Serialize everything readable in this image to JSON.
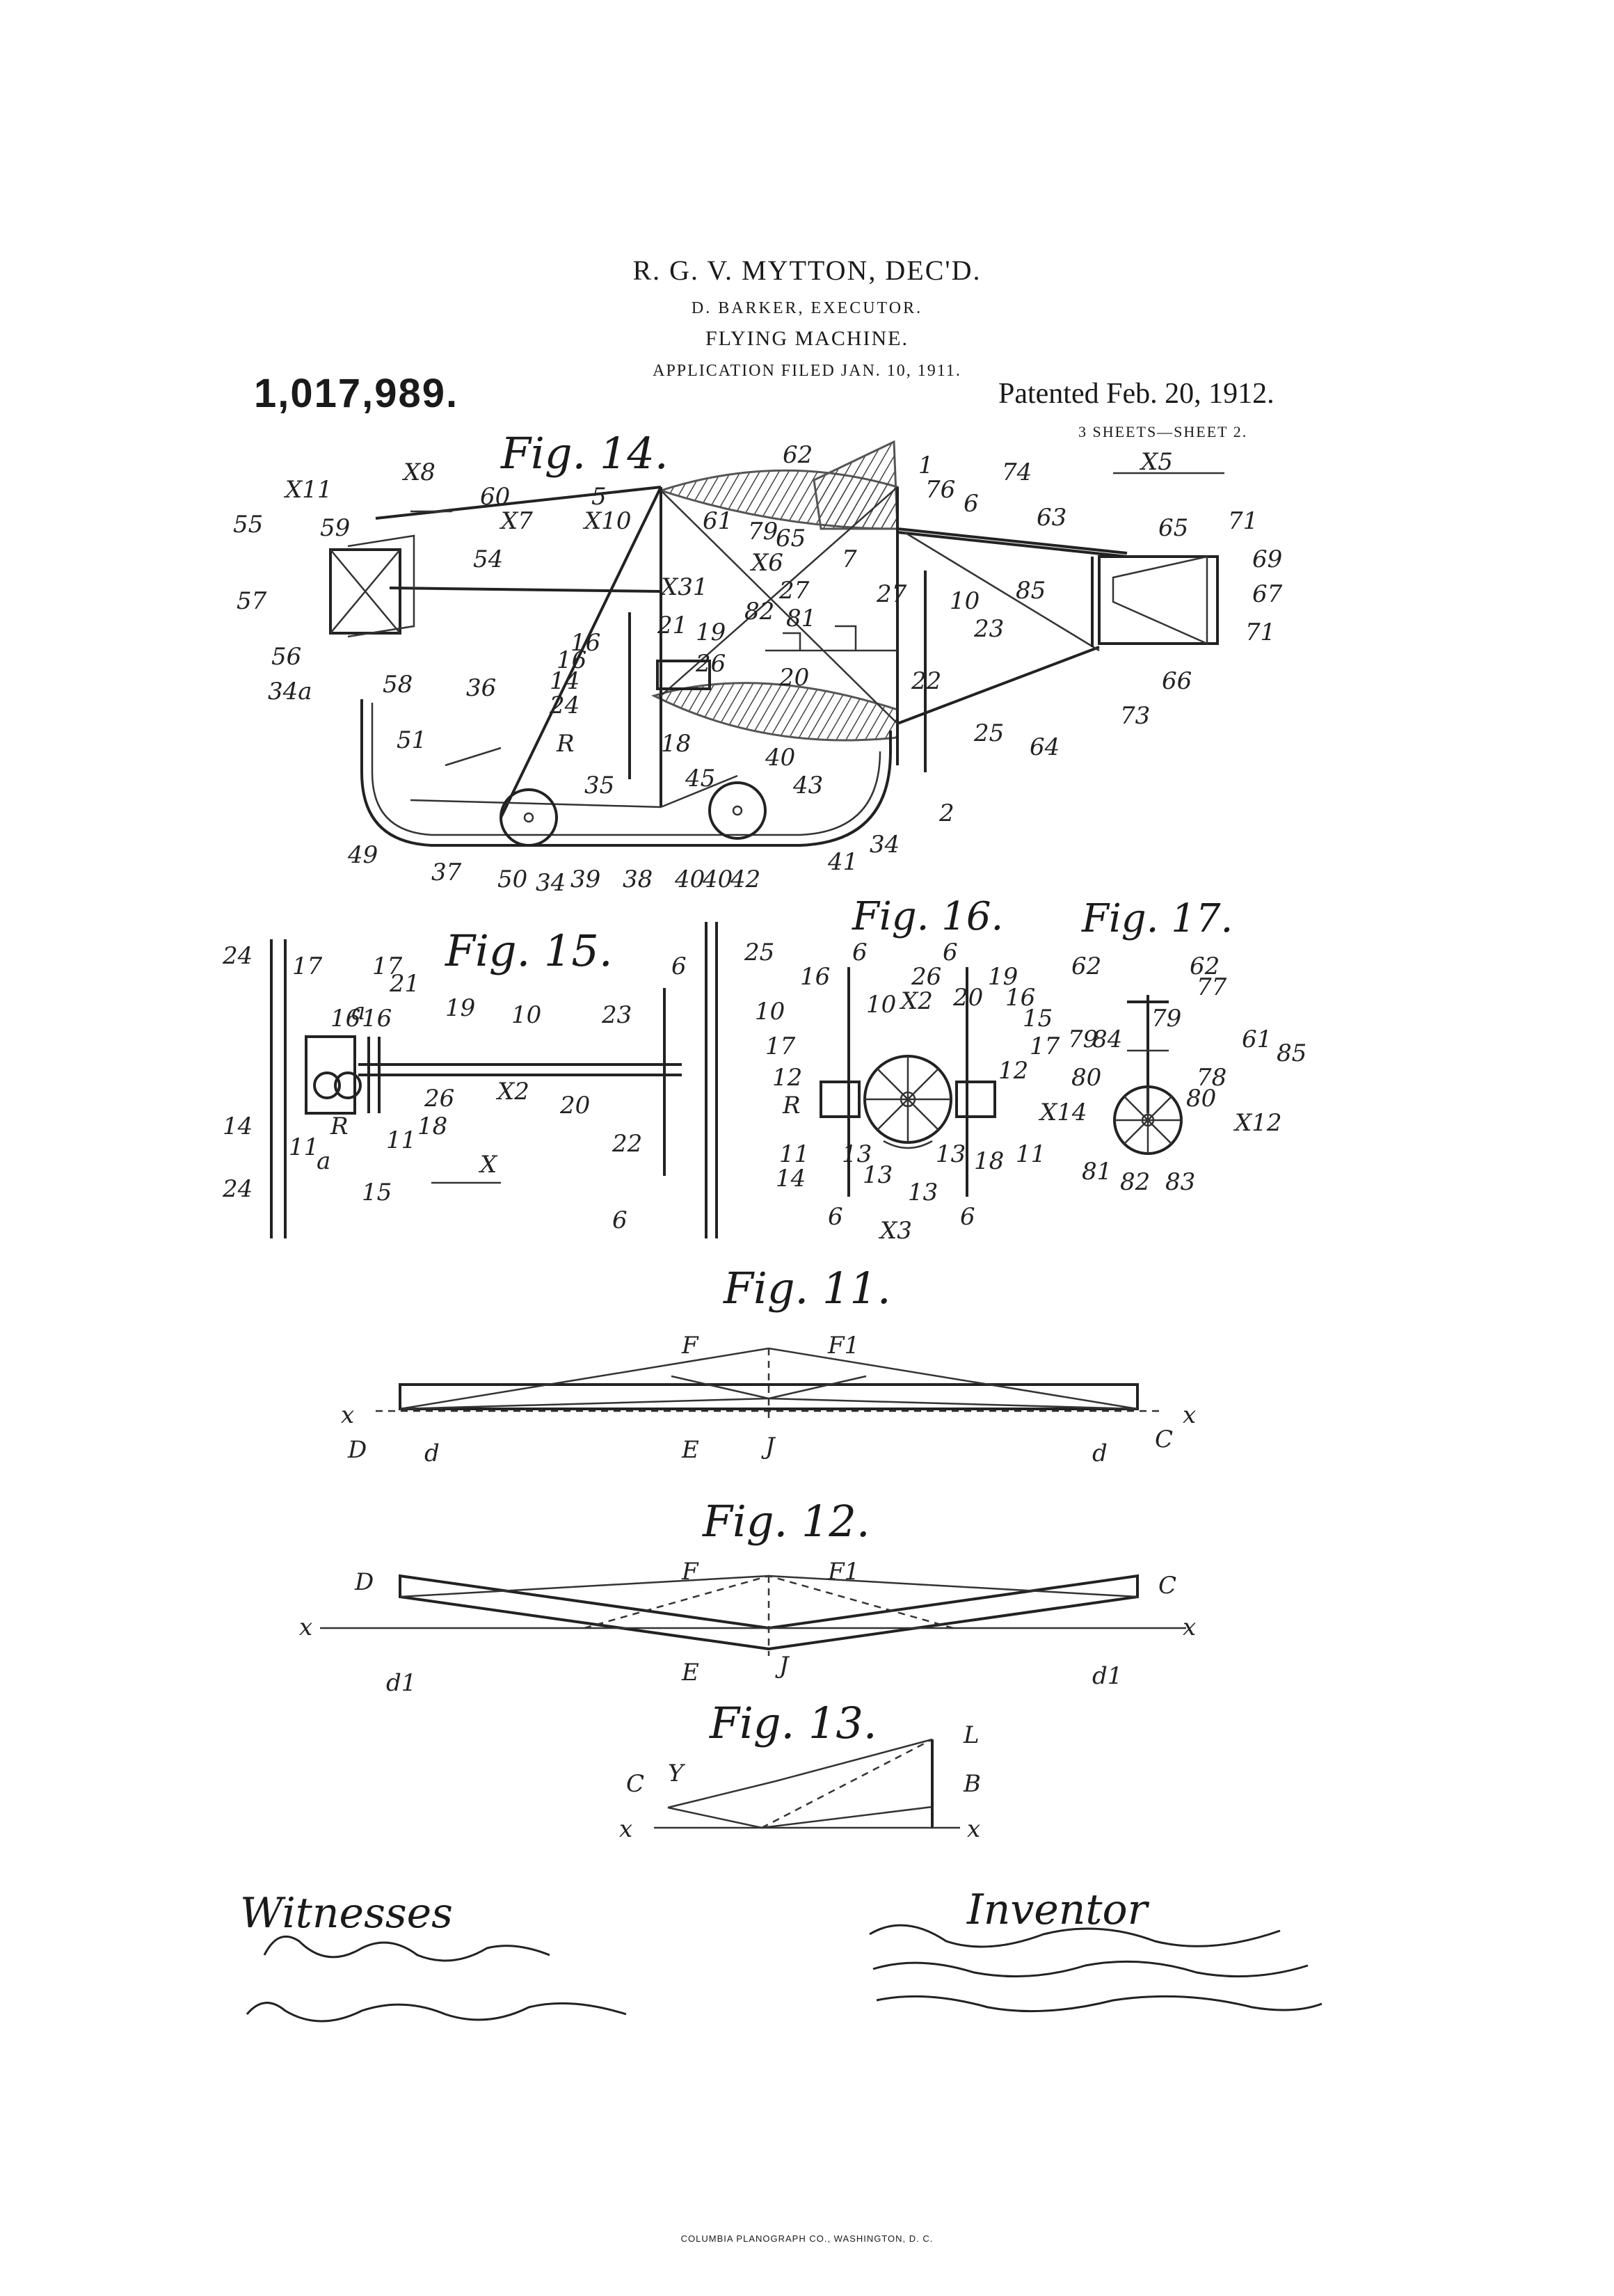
{
  "header": {
    "name": "R. G. V. MYTTON, DEC'D.",
    "executor": "D. BARKER, EXECUTOR.",
    "title": "FLYING MACHINE.",
    "filed": "APPLICATION FILED JAN. 10, 1911.",
    "number": "1,017,989.",
    "patented": "Patented Feb. 20, 1912.",
    "sheets": "3 SHEETS—SHEET 2."
  },
  "figures": {
    "fig14": "Fig. 14.",
    "fig15": "Fig. 15.",
    "fig16": "Fig. 16.",
    "fig17": "Fig. 17.",
    "fig11": "Fig. 11.",
    "fig12": "Fig. 12.",
    "fig13": "Fig. 13."
  },
  "fig14_labels": [
    "62",
    "1",
    "74",
    "76",
    "6",
    "63",
    "65",
    "71",
    "69",
    "67",
    "71",
    "66",
    "73",
    "64",
    "85",
    "X5",
    "X8",
    "X11",
    "59",
    "60",
    "X7",
    "X10",
    "5",
    "61",
    "79",
    "65",
    "X6",
    "55",
    "54",
    "57",
    "X31",
    "7",
    "27",
    "27",
    "10",
    "23",
    "82",
    "81",
    "21",
    "19",
    "16",
    "16",
    "26",
    "20",
    "22",
    "14",
    "24",
    "R",
    "18",
    "25",
    "56",
    "58",
    "34a",
    "36",
    "51",
    "45",
    "40",
    "43",
    "35",
    "2",
    "49",
    "37",
    "50",
    "34",
    "39",
    "38",
    "40",
    "40",
    "42",
    "41",
    "34"
  ],
  "fig15_labels": [
    "24",
    "17",
    "17",
    "21",
    "a",
    "16",
    "16",
    "19",
    "10",
    "23",
    "6",
    "25",
    "X2",
    "26",
    "20",
    "22",
    "14",
    "11",
    "R",
    "a",
    "11",
    "18",
    "24",
    "15",
    "X",
    "6"
  ],
  "fig16_labels": [
    "6",
    "6",
    "16",
    "26",
    "19",
    "X2",
    "20",
    "16",
    "10",
    "15",
    "10",
    "17",
    "17",
    "12",
    "12",
    "R",
    "11",
    "14",
    "13",
    "13",
    "13",
    "13",
    "18",
    "11",
    "6",
    "X3",
    "6"
  ],
  "fig17_labels": [
    "62",
    "62",
    "77",
    "79",
    "84",
    "79",
    "61",
    "85",
    "80",
    "78",
    "80",
    "X14",
    "X12",
    "81",
    "82",
    "83"
  ],
  "fig11_labels": [
    "F",
    "F1",
    "x",
    "x",
    "D",
    "d",
    "E",
    "J",
    "d",
    "C"
  ],
  "fig12_labels": [
    "D",
    "F",
    "F1",
    "C",
    "x",
    "x",
    "d1",
    "E",
    "J",
    "d1"
  ],
  "fig13_labels": [
    "L",
    "C",
    "Y",
    "B",
    "x",
    "x"
  ],
  "witnesses": {
    "heading": "Witnesses",
    "names": [
      "Ethel F. Pries",
      "Claude C. Hurlbutt"
    ]
  },
  "inventor": {
    "heading": "Inventor",
    "signatures": [
      "Richard G. V. Mytton",
      "Donald Barker, Executor, Dec'd.",
      "By Herbert Blakslee, his attorney."
    ]
  },
  "printer": "COLUMBIA PLANOGRAPH CO., WASHINGTON, D. C."
}
